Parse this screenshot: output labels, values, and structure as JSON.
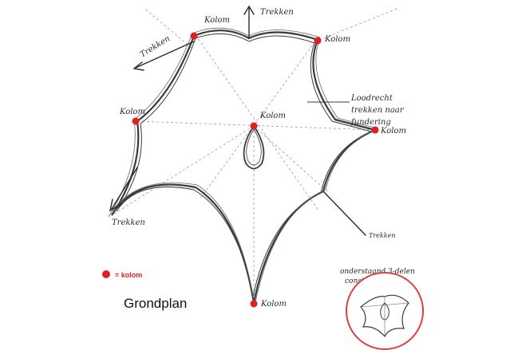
{
  "title": "Grondplan",
  "legend": {
    "label": "= kolom",
    "marker_color": "#e02020"
  },
  "labels": {
    "kolom_top_left": "Kolom",
    "kolom_top_right": "Kolom",
    "kolom_left": "Kolom",
    "kolom_center": "Kolom",
    "kolom_right": "Kolom",
    "kolom_bottom": "Kolom",
    "trekken_top": "Trekken",
    "trekken_left_top": "Trekken",
    "trekken_left_bottom": "Trekken",
    "trekken_right_bottom": "Trekken",
    "note_line1": "Loodrecht",
    "note_line2": "trekken naar",
    "note_line3": "fundering",
    "inset_line1": "onderstaand 3-delen",
    "inset_line2": "constructie"
  },
  "colors": {
    "stroke": "#3a3a3a",
    "column": "#e02020",
    "inset_ring": "#d94040"
  }
}
